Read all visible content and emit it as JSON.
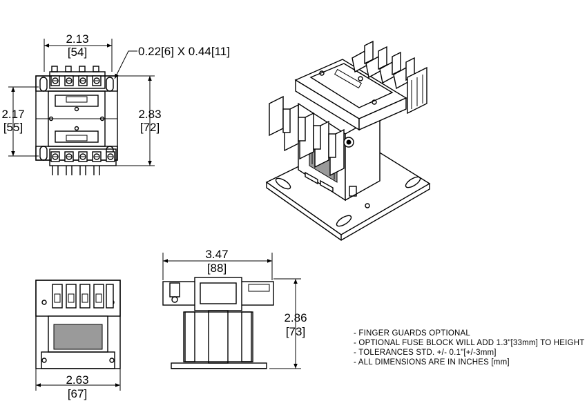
{
  "dimensions": {
    "top_width": "2.13",
    "top_width_mm": "[54]",
    "slot": "0.22[6] X 0.44[11]",
    "left_height": "2.17",
    "left_height_mm": "[55]",
    "right_height": "2.83",
    "right_height_mm": "[72]",
    "side_width": "3.47",
    "side_width_mm": "[88]",
    "side_height": "2.86",
    "side_height_mm": "[73]",
    "front_width": "2.63",
    "front_width_mm": "[67]"
  },
  "notes": [
    "- FINGER GUARDS OPTIONAL",
    "- OPTIONAL FUSE BLOCK WILL ADD 1.3\"[33mm] TO HEIGHT",
    "- TOLERANCES STD. +/- 0.1\"[+/-3mm]",
    "- ALL DIMENSIONS ARE IN INCHES [mm]"
  ]
}
